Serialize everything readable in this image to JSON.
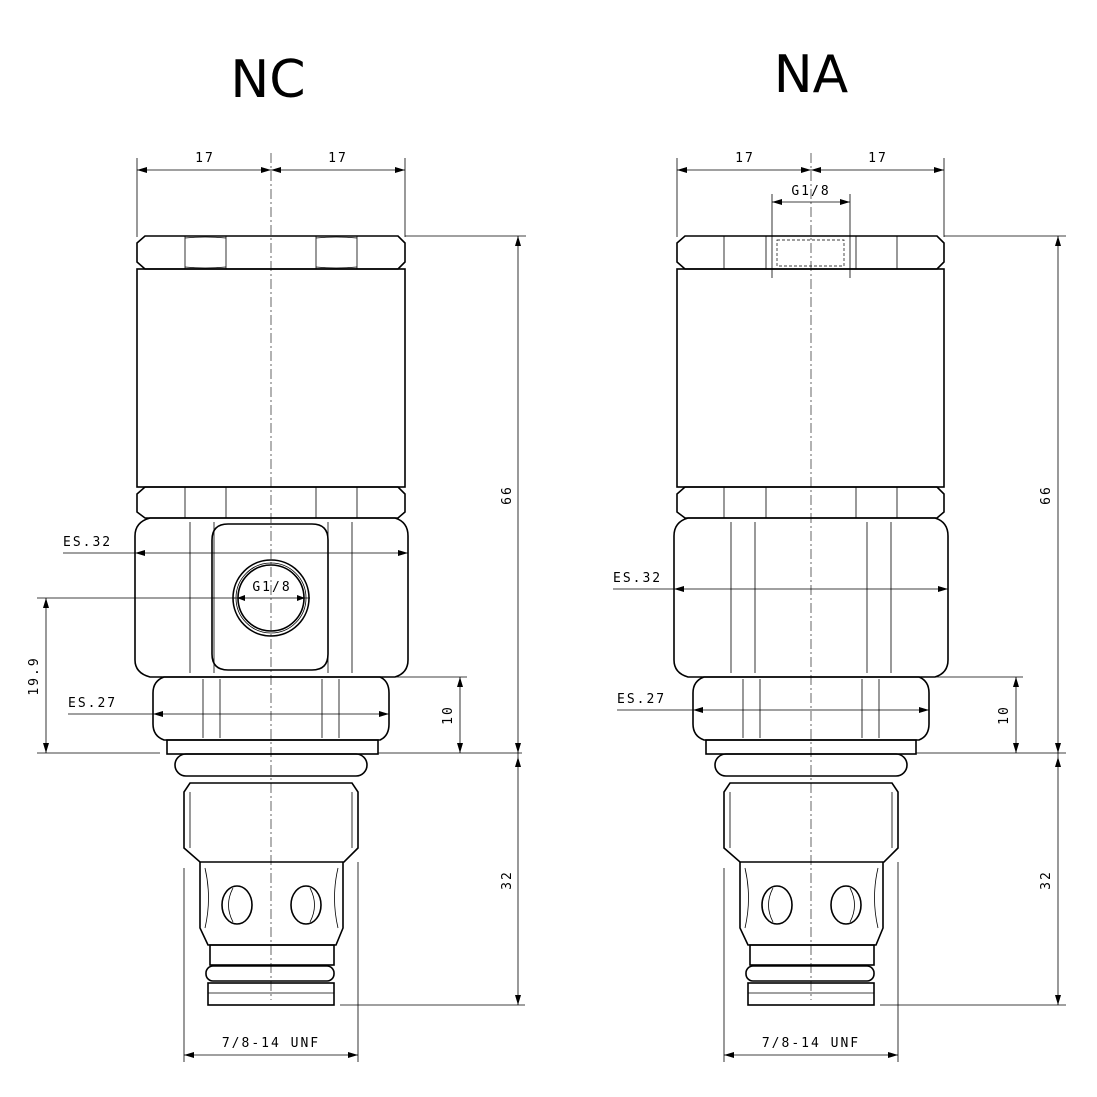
{
  "views": [
    {
      "id": "nc",
      "title": "NC",
      "dimensions": {
        "half_width_left": "17",
        "half_width_right": "17",
        "hex_upper": "ES.32",
        "port": "G1/8",
        "port_height": "19.9",
        "hex_lower": "ES.27",
        "lower_height": "10",
        "upper_length": "66",
        "cartridge_length": "32",
        "thread": "7/8-14 UNF"
      }
    },
    {
      "id": "na",
      "title": "NA",
      "dimensions": {
        "half_width_left": "17",
        "half_width_right": "17",
        "top_port": "G1/8",
        "hex_upper": "ES.32",
        "hex_lower": "ES.27",
        "lower_height": "10",
        "upper_length": "66",
        "cartridge_length": "32",
        "thread": "7/8-14 UNF"
      }
    }
  ]
}
